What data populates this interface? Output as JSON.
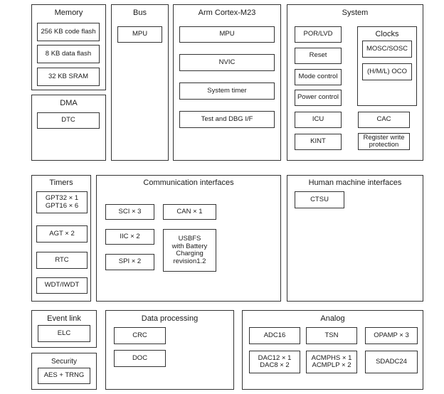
{
  "memory": {
    "title": "Memory",
    "items": [
      "256 KB code flash",
      "8 KB data flash",
      "32 KB SRAM"
    ]
  },
  "bus": {
    "title": "Bus",
    "items": [
      "MPU"
    ]
  },
  "cpu": {
    "title": "Arm Cortex-M23",
    "items": [
      "MPU",
      "NVIC",
      "System timer",
      "Test and DBG I/F"
    ]
  },
  "system": {
    "title": "System",
    "items": [
      "POR/LVD",
      "Reset",
      "Mode control",
      "Power control",
      "ICU",
      "KINT",
      "CAC",
      "Register write\nprotection"
    ],
    "clocks": {
      "title": "Clocks",
      "items": [
        "MOSC/SOSC",
        "(H/M/L) OCO"
      ]
    }
  },
  "dma": {
    "title": "DMA",
    "items": [
      "DTC"
    ]
  },
  "timers": {
    "title": "Timers",
    "items": [
      "GPT32 × 1\nGPT16 × 6",
      "AGT × 2",
      "RTC",
      "WDT/IWDT"
    ]
  },
  "comm": {
    "title": "Communication interfaces",
    "items": [
      "SCI × 3",
      "CAN × 1",
      "IIC × 2",
      "USBFS\nwith Battery\nCharging\nrevision1.2",
      "SPI × 2"
    ]
  },
  "hmi": {
    "title": "Human machine interfaces",
    "items": [
      "CTSU"
    ]
  },
  "event": {
    "title": "Event link",
    "items": [
      "ELC"
    ]
  },
  "security": {
    "title": "Security",
    "items": [
      "AES + TRNG"
    ]
  },
  "dataproc": {
    "title": "Data processing",
    "items": [
      "CRC",
      "DOC"
    ]
  },
  "analog": {
    "title": "Analog",
    "items": [
      "ADC16",
      "TSN",
      "OPAMP × 3",
      "DAC12 × 1\nDAC8 × 2",
      "ACMPHS × 1\nACMPLP × 2",
      "SDADC24"
    ]
  }
}
